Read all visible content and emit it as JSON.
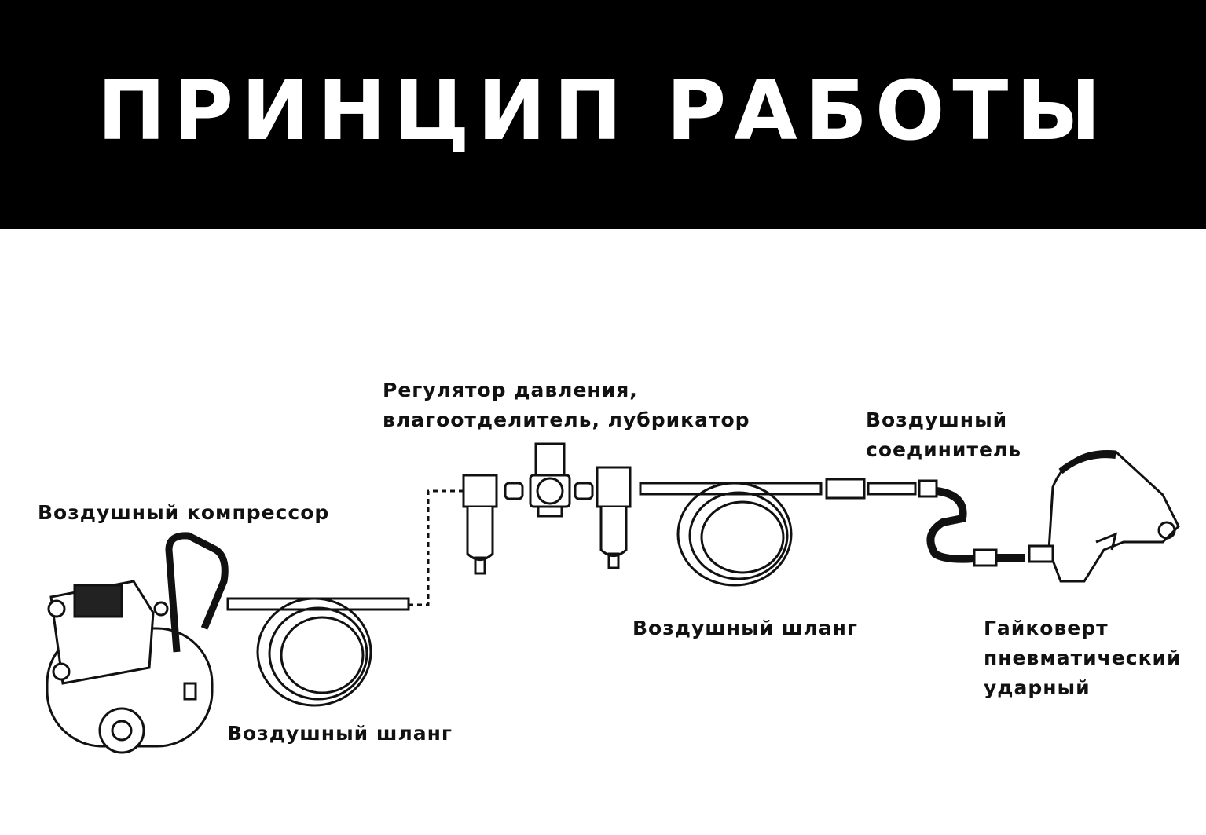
{
  "header": {
    "title": "ПРИНЦИП РАБОТЫ"
  },
  "labels": {
    "compressor": "Воздушный компрессор",
    "hose1": "Воздушный шланг",
    "frl_line1": "Регулятор давления,",
    "frl_line2": "влагоотделитель, лубрикатор",
    "hose2": "Воздушный шланг",
    "coupler_line1": "Воздушный",
    "coupler_line2": "соединитель",
    "wrench_line1": "Гайковерт",
    "wrench_line2": "пневматический",
    "wrench_line3": "ударный"
  },
  "colors": {
    "header_bg": "#000000",
    "title": "#ffffff",
    "line": "#111111"
  }
}
